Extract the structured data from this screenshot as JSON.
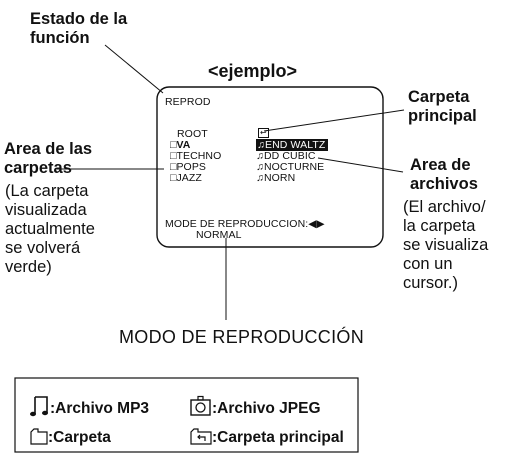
{
  "labels": {
    "status_line1": "Estado de la",
    "status_line2": "función",
    "example": "<ejemplo>",
    "main_folder_line1": "Carpeta",
    "main_folder_line2": "principal",
    "folder_area_line1": "Area de las",
    "folder_area_line2": "carpetas",
    "folder_note": [
      "(La carpeta",
      "visualizada",
      "actualmente",
      "se volverá",
      "verde)"
    ],
    "file_area_line1": "Area de",
    "file_area_line2": "archivos",
    "file_note": [
      "(El archivo/",
      "la carpeta",
      "se visualiza",
      "con un",
      "cursor.)"
    ],
    "play_mode": "MODO DE REPRODUCCIÓN"
  },
  "screen": {
    "status": "REPROD",
    "root": "ROOT",
    "folders": [
      "VA",
      "TECHNO",
      "POPS",
      "JAZZ"
    ],
    "files": [
      "END WALTZ",
      "DD CUBIC",
      "NOCTURNE",
      "NORN"
    ],
    "mode_label": "MODE DE REPRODUCCION:",
    "mode_value": "NORMAL"
  },
  "legend": {
    "mp3": ":Archivo MP3",
    "jpeg": ":Archivo JPEG",
    "folder": ":Carpeta",
    "main_folder": ":Carpeta principal"
  }
}
